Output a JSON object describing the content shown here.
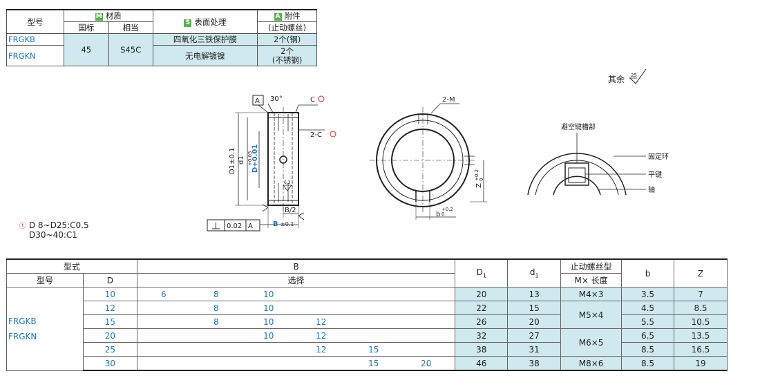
{
  "material_table": {
    "h_model": "型号",
    "h_material": "材质",
    "h_std": "国标",
    "h_equiv": "相当",
    "h_surface": "表面处理",
    "h_accessory": "附件",
    "h_accessory_sub": "(止动螺丝)",
    "badge_m": "M",
    "badge_s": "S",
    "badge_a": "A",
    "row1_model": "FRGKB",
    "row2_model": "FRGKN",
    "std_value": "45",
    "equiv_value": "S45C",
    "row1_surface": "四氧化三铁保护膜",
    "row1_accessory": "2个(钢)",
    "row2_surface": "无电解镀镍",
    "row2_accessory_1": "2个",
    "row2_accessory_2": "(不锈钢)"
  },
  "drawing": {
    "rest_label": "其余",
    "rough_25": "25",
    "rough_63": "6.3",
    "label_A": "A",
    "angle": "30°",
    "chamfer_C": "C",
    "chamfer_2C": "2-C",
    "label_2M": "2-M",
    "dim_D1": "D1±0.1",
    "dim_d1": "d1",
    "dim_D": "D+0.01",
    "dim_D_tol": "+0.05",
    "dim_B2": "B/2",
    "dim_B": "B",
    "dim_B_tol": "±0.1",
    "dim_b": "b",
    "dim_b_tol": "+0.2",
    "dim_b_tol0": "0",
    "dim_Z": "Z",
    "dim_Z_tol": "+0.2",
    "dim_Z_tol0": "0",
    "perp_value": "0.02",
    "perp_ref": "A",
    "label_relief": "避空键槽部",
    "label_ring": "固定环",
    "label_key": "平键",
    "label_shaft": "轴",
    "note1": "D 8~D25:C0.5",
    "note2": "D30~40:C1"
  },
  "spec_table": {
    "h_type": "型式",
    "h_B": "B",
    "h_D1": "D",
    "h_D1_sub": "1",
    "h_d1": "d",
    "h_d1_sub": "1",
    "h_screw": "止动螺丝型",
    "h_screw_sub": "M× 长度",
    "h_b": "b",
    "h_Z": "Z",
    "h_model": "型号",
    "h_D": "D",
    "h_select": "选择",
    "models": [
      "FRGKB",
      "FRGKN"
    ],
    "rows": [
      {
        "D": "10",
        "opts": [
          "6",
          "8",
          "10",
          "",
          "",
          ""
        ],
        "D1": "20",
        "d1": "13",
        "b": "3.5",
        "Z": "7"
      },
      {
        "D": "12",
        "opts": [
          "",
          "8",
          "10",
          "",
          "",
          ""
        ],
        "D1": "22",
        "d1": "15",
        "b": "4.5",
        "Z": "8.5"
      },
      {
        "D": "15",
        "opts": [
          "",
          "8",
          "10",
          "12",
          "",
          ""
        ],
        "D1": "26",
        "d1": "20",
        "b": "5.5",
        "Z": "10.5"
      },
      {
        "D": "20",
        "opts": [
          "",
          "",
          "10",
          "12",
          "",
          ""
        ],
        "D1": "32",
        "d1": "27",
        "b": "6.5",
        "Z": "13.5"
      },
      {
        "D": "25",
        "opts": [
          "",
          "",
          "",
          "12",
          "15",
          ""
        ],
        "D1": "38",
        "d1": "31",
        "b": "8.5",
        "Z": "16.5"
      },
      {
        "D": "30",
        "opts": [
          "",
          "",
          "",
          "",
          "15",
          "20"
        ],
        "D1": "46",
        "d1": "38",
        "b": "8.5",
        "Z": "19"
      }
    ],
    "screws": [
      "M4×3",
      "M5×4",
      "M6×5",
      "M8×6"
    ]
  }
}
